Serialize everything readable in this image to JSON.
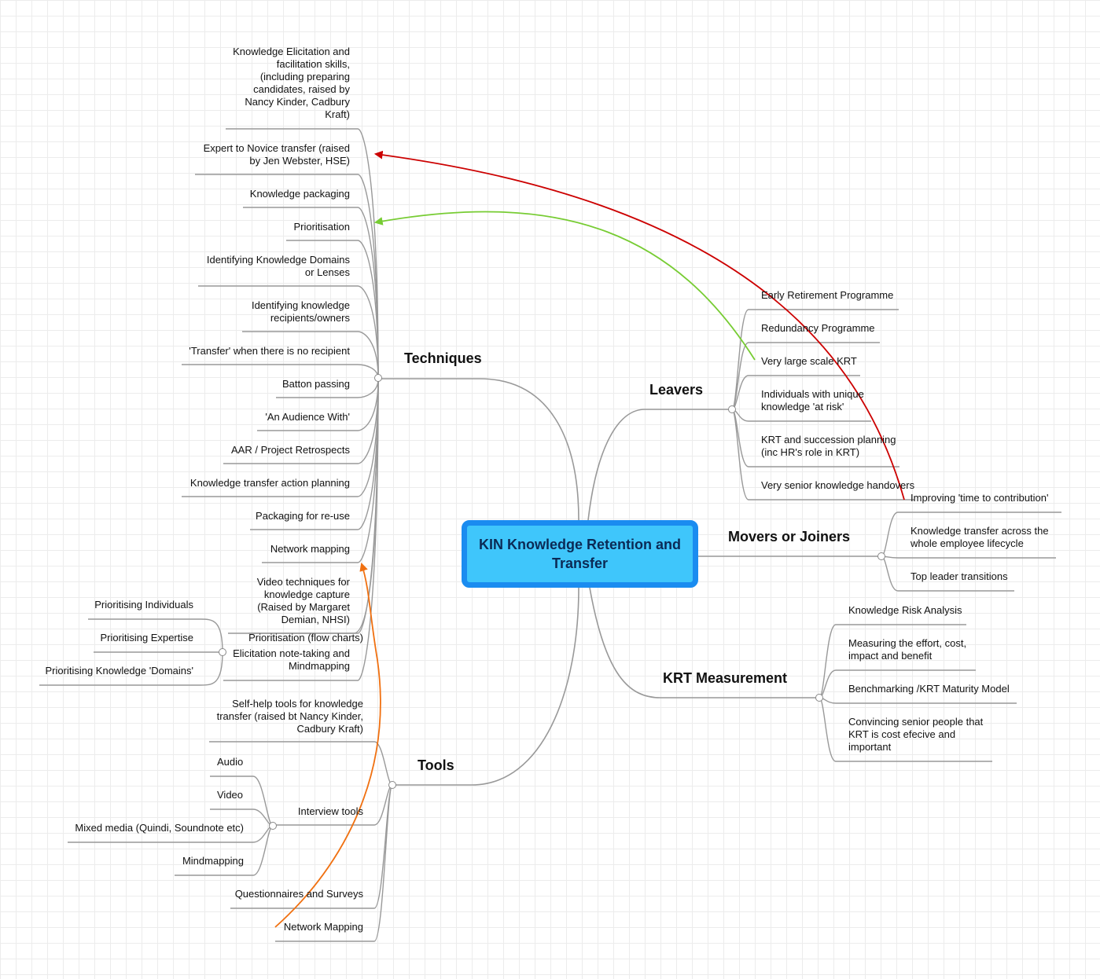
{
  "central": {
    "label": "KIN Knowledge Retention and Transfer"
  },
  "branches": {
    "techniques": {
      "label": "Techniques",
      "items": [
        "Knowledge Elicitation and\nfacilitation skills,\n(including preparing\ncandidates, raised by\nNancy Kinder, Cadbury\nKraft)",
        "Expert to Novice transfer (raised\nby Jen Webster, HSE)",
        "Knowledge packaging",
        "Prioritisation",
        "Identifying Knowledge Domains\nor Lenses",
        "Identifying knowledge\nrecipients/owners",
        "'Transfer' when there is no recipient",
        "Batton passing",
        "'An Audience With'",
        "AAR / Project Retrospects",
        "Knowledge transfer action planning",
        "Packaging for re-use",
        "Network mapping",
        "Video techniques for\nknowledge capture\n(Raised by Margaret\nDemian, NHSI)",
        "Prioritisation (flow charts)",
        "Elicitation note-taking and\nMindmapping"
      ],
      "prioritisation_children": [
        "Prioritising Individuals",
        "Prioritising Expertise",
        "Prioritising Knowledge 'Domains'"
      ]
    },
    "tools": {
      "label": "Tools",
      "items": [
        "Self-help tools for knowledge\ntransfer (raised bt Nancy Kinder,\nCadbury Kraft)",
        "Interview tools",
        "Questionnaires and Surveys",
        "Network Mapping"
      ],
      "interview_children": [
        "Audio",
        "Video",
        "Mixed media (Quindi, Soundnote etc)",
        "Mindmapping"
      ]
    },
    "leavers": {
      "label": "Leavers",
      "items": [
        "Early Retirement Programme",
        "Redundancy Programme",
        "Very large scale KRT",
        "Individuals with unique\nknowledge 'at risk'",
        "KRT and succession planning\n(inc HR's role in KRT)",
        "Very senior knowledge handovers"
      ]
    },
    "movers": {
      "label": "Movers or Joiners",
      "items": [
        "Improving 'time to contribution'",
        "Knowledge transfer across the\nwhole employee lifecycle",
        "Top leader transitions"
      ]
    },
    "krt": {
      "label": "KRT Measurement",
      "items": [
        "Knowledge Risk Analysis",
        "Measuring the effort, cost,\nimpact and benefit",
        "Benchmarking /KRT Maturity Model",
        "Convincing senior people that\nKRT is cost efecive and\nimportant"
      ]
    }
  },
  "colors": {
    "line": "#999999",
    "central_fill": "#3fc6fb",
    "central_border": "#1a8cf0",
    "arrow_red": "#cc0000",
    "arrow_green": "#77cc33",
    "arrow_orange": "#f07010"
  }
}
